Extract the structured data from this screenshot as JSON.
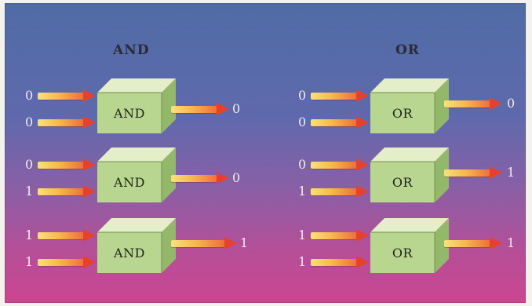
{
  "headings": {
    "and": "AND",
    "or": "OR"
  },
  "and_gates": [
    {
      "label": "AND",
      "in1": "0",
      "in2": "0",
      "out": "0"
    },
    {
      "label": "AND",
      "in1": "0",
      "in2": "1",
      "out": "0"
    },
    {
      "label": "AND",
      "in1": "1",
      "in2": "1",
      "out": "1"
    }
  ],
  "or_gates": [
    {
      "label": "OR",
      "in1": "0",
      "in2": "0",
      "out": "0"
    },
    {
      "label": "OR",
      "in1": "0",
      "in2": "1",
      "out": "1"
    },
    {
      "label": "OR",
      "in1": "1",
      "in2": "1",
      "out": "1"
    }
  ],
  "colors": {
    "background_top": "#4f6ca6",
    "background_bottom": "#cc4590",
    "cube_face": "#b9d690",
    "arrow_head": "#e4422f"
  }
}
